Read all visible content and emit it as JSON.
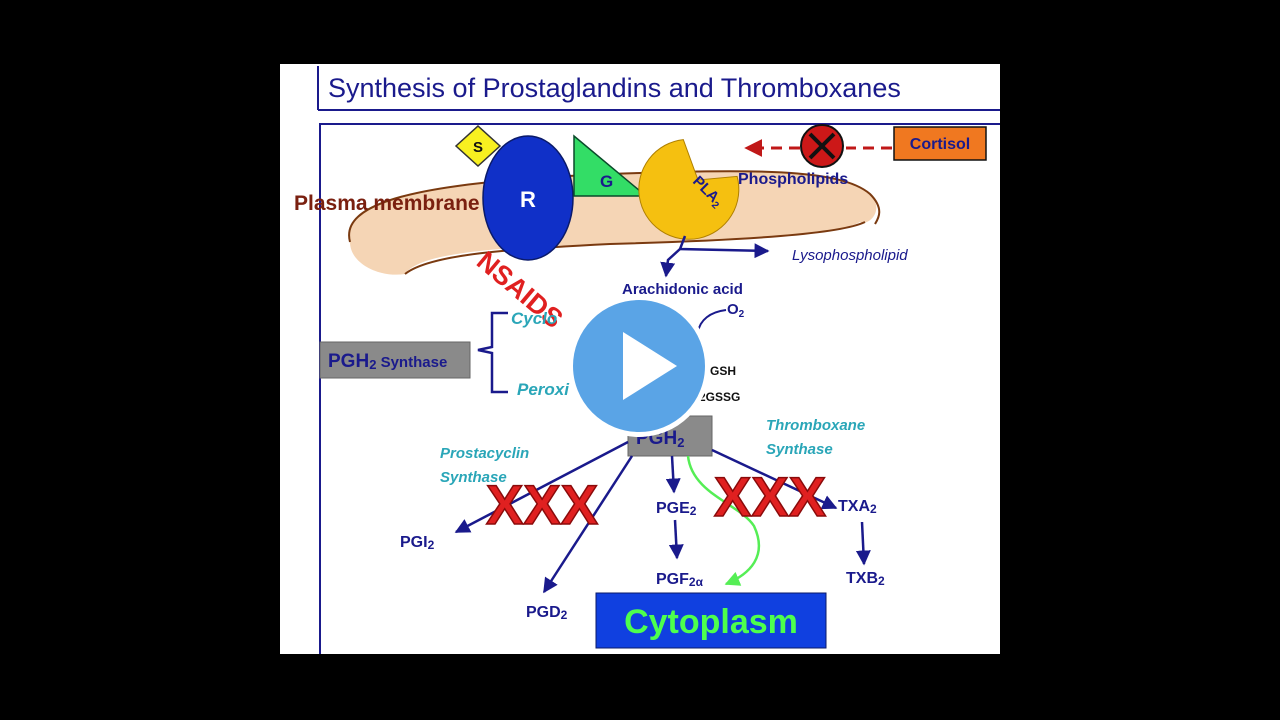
{
  "title": "Synthesis of Prostaglandins and Thromboxanes",
  "labels": {
    "s": "S",
    "r": "R",
    "g": "G",
    "pla2": "PLA",
    "pla2_sub": "2",
    "phospholipids": "Phospholipids",
    "cortisol": "Cortisol",
    "plasma_membrane": "Plasma membrane",
    "lysophospholipid": "Lysophospholipid",
    "arachidonic_acid": "Arachidonic acid",
    "o2": "O",
    "o2_sub": "2",
    "nsaids": "NSAIDS",
    "cyclo": "Cyclo",
    "peroxi": "Peroxi",
    "gsh": "GSH",
    "gssg": "2GSSG",
    "pgh2_synthase": "PGH",
    "pgh2_synthase_sub": "2",
    "pgh2_synthase_word": " Synthase",
    "pgh2": "PGH",
    "pgh2_sub": "2",
    "prostacyclin": "Prostacyclin",
    "prostacyclin_synthase": "Synthase",
    "thromboxane": "Thromboxane",
    "thromboxane_synthase": "Synthase",
    "xxx": "XXX",
    "pgi2": "PGI",
    "pgi2_sub": "2",
    "pgd2": "PGD",
    "pgd2_sub": "2",
    "pge2": "PGE",
    "pge2_sub": "2",
    "pgf2a": "PGF",
    "pgf2a_sub": "2α",
    "txa2": "TXA",
    "txa2_sub": "2",
    "txb2": "TXB",
    "txb2_sub": "2",
    "cytoplasm": "Cytoplasm"
  },
  "colors": {
    "navy": "#1a1a8c",
    "teal": "#2aa6b8",
    "red": "#e02020",
    "membrane": "#f5d5b5",
    "receptor": "#1030c8",
    "gprotein": "#33dd66",
    "pla2": "#f5c010",
    "cortisol_bg": "#f07820",
    "cytoplasm_bg": "#1040e0",
    "cytoplasm_text": "#4dff4d",
    "pgh_bg": "#8a8a8a",
    "play": "#5aa4e6"
  },
  "icons": {
    "play": "play-icon",
    "blocked": "blocked-x-icon"
  }
}
